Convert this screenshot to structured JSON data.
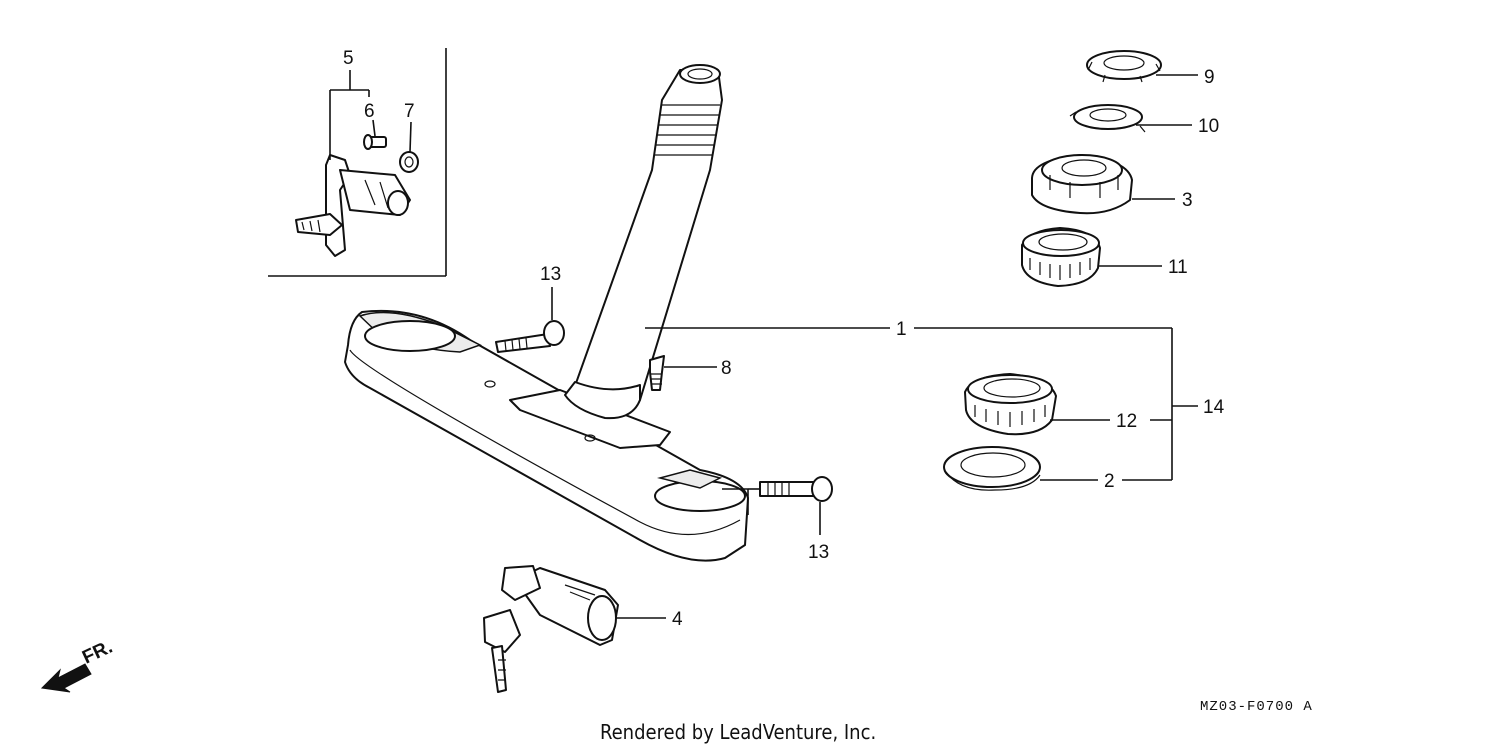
{
  "callouts": {
    "c1": "1",
    "c2": "2",
    "c3": "3",
    "c4": "4",
    "c5": "5",
    "c6": "6",
    "c7": "7",
    "c8": "8",
    "c9": "9",
    "c10": "10",
    "c11": "11",
    "c12": "12",
    "c13a": "13",
    "c13b": "13",
    "c14": "14"
  },
  "front_arrow_label": "FR.",
  "diagram_code": "MZ03-F0700 A",
  "footer_credit": "Rendered by LeadVenture, Inc."
}
